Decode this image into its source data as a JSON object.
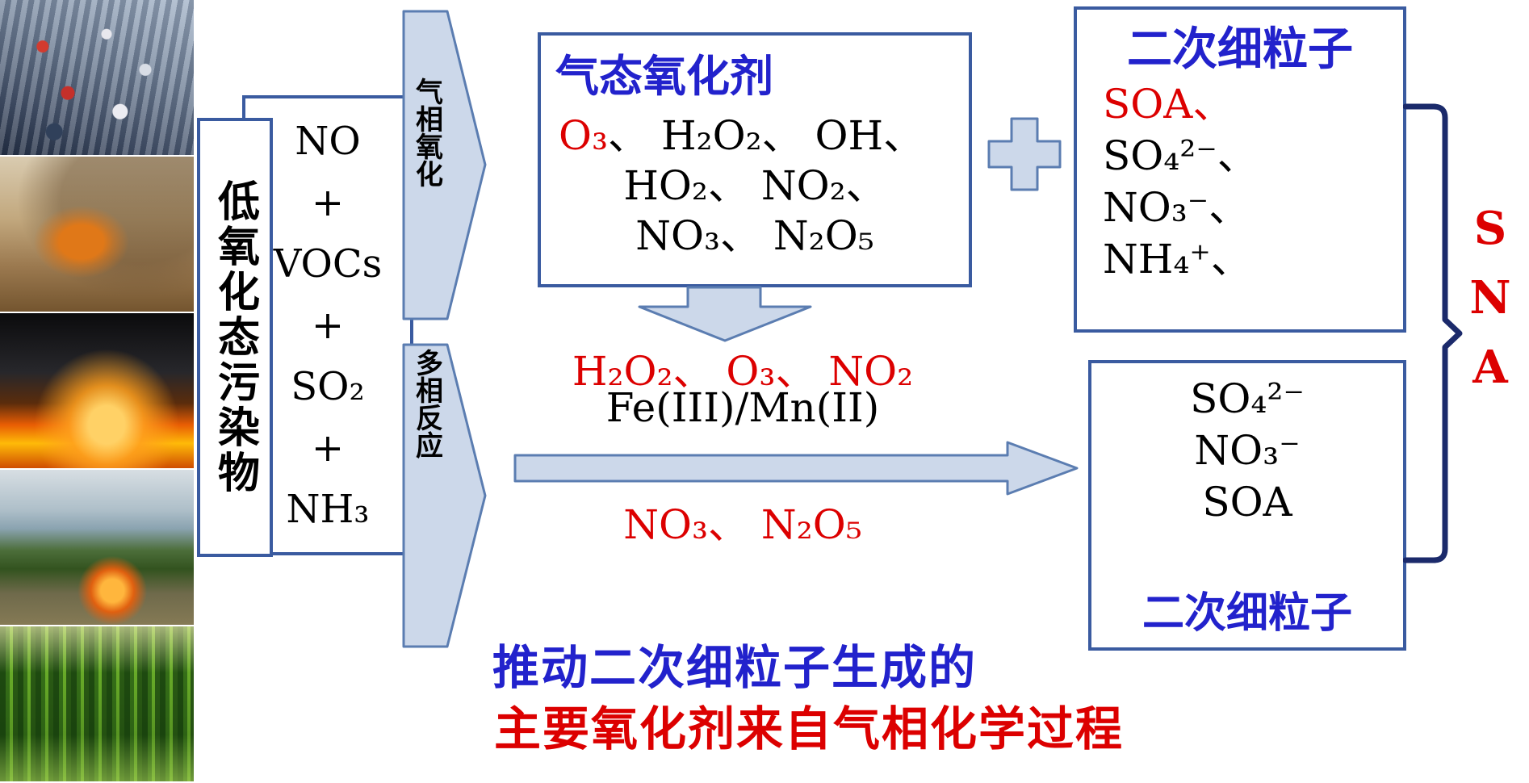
{
  "colors": {
    "text_blue": "#2222cc",
    "text_red": "#dc0000",
    "box_border": "#3a5ba0",
    "arrow_fill": "#ccd8ea",
    "arrow_stroke": "#5b7db1",
    "bracket": "#1b2a6b"
  },
  "photos": [
    {
      "name": "traffic-jam"
    },
    {
      "name": "construction-dust"
    },
    {
      "name": "industrial-fire-smoke"
    },
    {
      "name": "biomass-burning"
    },
    {
      "name": "forest"
    }
  ],
  "source_label": {
    "text": "低氧化态污染物"
  },
  "pollutants": {
    "lines": [
      "NO",
      "+",
      "VOCs",
      "+",
      "SO₂",
      "+",
      "NH₃"
    ]
  },
  "arrows": {
    "gas_label": "气相氧化",
    "hetero_label": "多相反应"
  },
  "gas_box": {
    "title": "气态氧化剂",
    "line1_red": "O₃",
    "line1_black": "、 H₂O₂、 OH、",
    "line2": "HO₂、 NO₂、",
    "line3": "NO₃、 N₂O₅"
  },
  "particles_top": {
    "title": "二次细粒子",
    "soa": "SOA、",
    "lines": [
      "SO₄²⁻、",
      "NO₃⁻、",
      "NH₄⁺、"
    ]
  },
  "reactions": {
    "red1": "H₂O₂、 O₃、 NO₂",
    "catalyst": "Fe(III)/Mn(II)",
    "red2": "NO₃、 N₂O₅"
  },
  "particles_bottom": {
    "lines": [
      "SO₄²⁻",
      "NO₃⁻",
      "SOA"
    ],
    "title": "二次细粒子"
  },
  "sna": {
    "letters": [
      "S",
      "N",
      "A"
    ]
  },
  "caption": {
    "line1": "推动二次细粒子生成的",
    "line2": "主要氧化剂来自气相化学过程"
  }
}
